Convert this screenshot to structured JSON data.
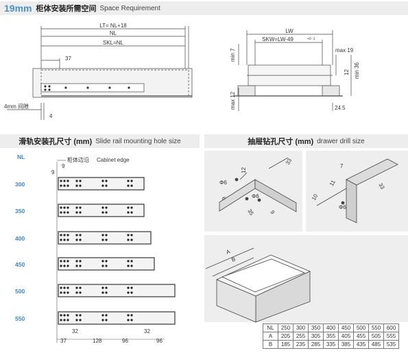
{
  "header": {
    "size": "19mm",
    "title_zh": "柜体安装所需空间",
    "title_en": "Space Requirement"
  },
  "space": {
    "lt": "LT= NL+18",
    "nl": "NL",
    "skl": "SKL=NL",
    "d37": "37",
    "gap": "4mm 间隙",
    "d4": "4",
    "lw": "LW",
    "skw": "SKW=LW-49",
    "skw_tol": "+0 -1",
    "min7": "min 7",
    "max19": "max 19",
    "d12a": "12",
    "min36": "min 36",
    "max12": "max 12",
    "d245": "24.5"
  },
  "rail": {
    "title_zh": "滑轨安装孔尺寸 (mm)",
    "title_en": "Slide rail mounting hole size",
    "nl_label": "NL",
    "edge_zh": "柜体边沿",
    "edge_en": "Cabinet edge",
    "d9a": "9",
    "d9b": "9",
    "sizes": [
      "300",
      "350",
      "400",
      "450",
      "500",
      "550"
    ],
    "bottom_dims": [
      "37",
      "32",
      "128",
      "96",
      "32",
      "96"
    ]
  },
  "drill": {
    "title_zh": "抽屉钻孔尺寸 (mm)",
    "title_en": "drawer drill size",
    "left": {
      "d33": "33",
      "d12": "12",
      "phi6a": "Φ6",
      "phi6b": "Φ6",
      "d6": "6",
      "d35": "35",
      "d9": "9"
    },
    "right": {
      "d7": "7",
      "d11": "11",
      "d33": "33",
      "d10": "10",
      "phi6": "Φ6"
    }
  },
  "box": {
    "a": "A",
    "b": "B"
  },
  "table": {
    "row_labels": [
      "NL",
      "A",
      "B"
    ],
    "nl": [
      "250",
      "300",
      "350",
      "400",
      "450",
      "500",
      "550",
      "600"
    ],
    "a": [
      "205",
      "255",
      "305",
      "355",
      "405",
      "455",
      "505",
      "555"
    ],
    "b": [
      "185",
      "235",
      "285",
      "335",
      "385",
      "435",
      "485",
      "535"
    ]
  }
}
